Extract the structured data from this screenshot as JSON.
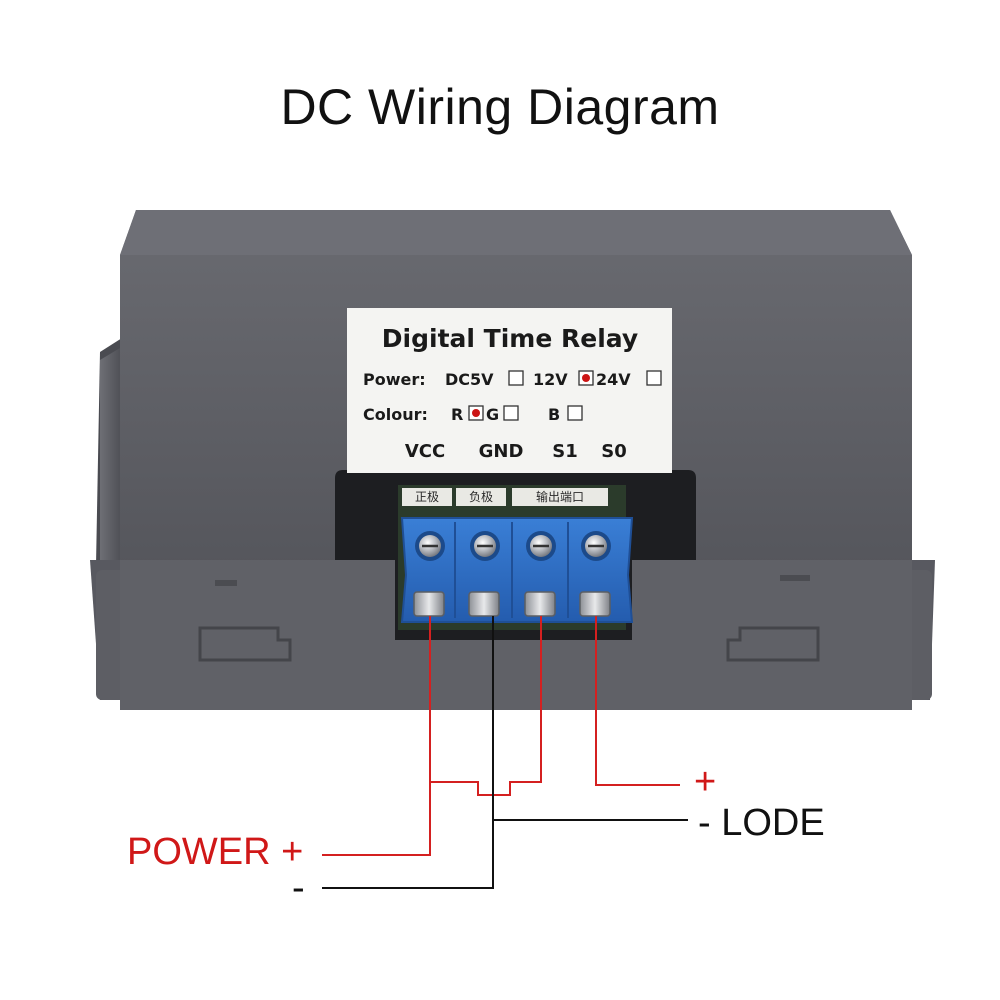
{
  "title": "DC Wiring Diagram",
  "device_label": {
    "heading": "Digital Time Relay",
    "power_prefix": "Power:",
    "power_options": [
      {
        "text": "DC5V",
        "checked": false
      },
      {
        "text": "12V",
        "checked": true
      },
      {
        "text": "24V",
        "checked": false
      }
    ],
    "colour_prefix": "Colour:",
    "colour_options": [
      {
        "text": "R",
        "checked": true
      },
      {
        "text": "G",
        "checked": false
      },
      {
        "text": "B",
        "checked": false
      }
    ],
    "terminals": [
      "VCC",
      "GND",
      "S1",
      "S0"
    ]
  },
  "board_markings": [
    "正极",
    "负极",
    "输出端口"
  ],
  "callouts": {
    "power_plus": "POWER +",
    "power_minus": "-",
    "load_plus": "+",
    "load_minus": "- LODE"
  },
  "colors": {
    "wire_red": "#d42020",
    "wire_black": "#111111",
    "enclosure": "#5f6066",
    "terminal_block": "#2f6fc4",
    "check_dot": "#cc1515"
  }
}
